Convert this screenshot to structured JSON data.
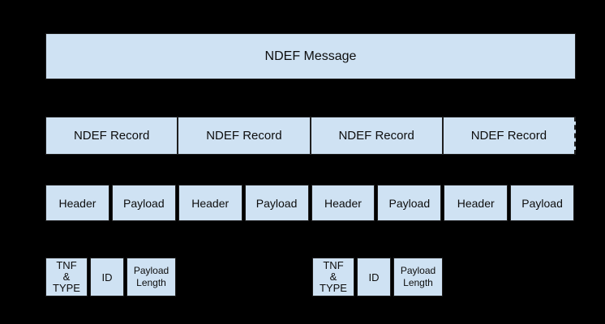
{
  "colors": {
    "background": "#000000",
    "box_fill": "#cfe2f3",
    "box_border": "#1f1f1f",
    "text": "#0d0d0d"
  },
  "message_box": {
    "label": "NDEF Message"
  },
  "record_row": [
    {
      "label": "NDEF Record"
    },
    {
      "label": "NDEF Record"
    },
    {
      "label": "NDEF Record"
    },
    {
      "label": "NDEF Record"
    }
  ],
  "field_row": [
    {
      "label": "Header"
    },
    {
      "label": "Payload"
    },
    {
      "label": "Header"
    },
    {
      "label": "Payload"
    },
    {
      "label": "Header"
    },
    {
      "label": "Payload"
    },
    {
      "label": "Header"
    },
    {
      "label": "Payload"
    }
  ],
  "header_detail_groups": [
    {
      "cells": [
        {
          "label": "TNF\n&\nTYPE"
        },
        {
          "label": "ID"
        },
        {
          "label": "Payload\nLength"
        }
      ]
    },
    {
      "cells": [
        {
          "label": "TNF\n&\nTYPE"
        },
        {
          "label": "ID"
        },
        {
          "label": "Payload\nLength"
        }
      ]
    }
  ]
}
